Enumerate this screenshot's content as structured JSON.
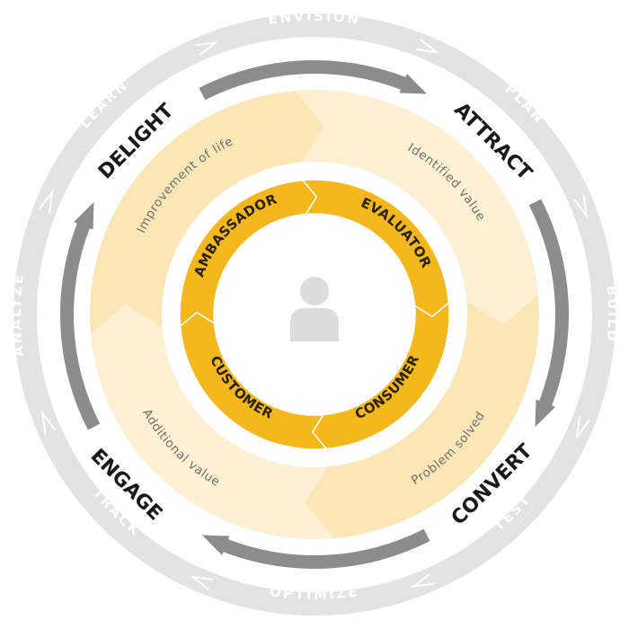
{
  "outer_ring": {
    "color": "#e3e3e3",
    "words": [
      "ENVISION",
      "PLAN",
      "BUILD",
      "TEST",
      "OPTIMIZE",
      "TRACK",
      "ANALYZE",
      "LEARN"
    ]
  },
  "stages": {
    "arrow_color": "#8c8c8c",
    "labels": [
      "ATTRACT",
      "CONVERT",
      "ENGAGE",
      "DELIGHT"
    ]
  },
  "value_band": {
    "colors": [
      "#fdf0d3",
      "#fbe6b8"
    ],
    "labels": [
      "Identified value",
      "Problem solved",
      "Additional value",
      "Improvement of life"
    ]
  },
  "roles": {
    "color": "#f4b81c",
    "labels": [
      "EVALUATOR",
      "CONSUMER",
      "CUSTOMER",
      "AMBASSADOR"
    ]
  },
  "center": {
    "icon": "person-icon",
    "icon_color": "#dcdcdc"
  }
}
